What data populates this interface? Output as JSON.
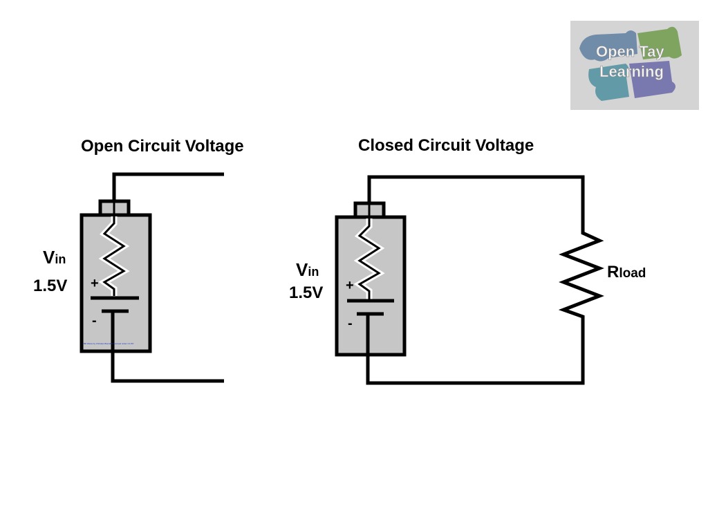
{
  "logo": {
    "line1": "Open Tay",
    "line2": "Learning",
    "colors": [
      "#5e7fa1",
      "#6f9b4b",
      "#4f8fa0",
      "#6a68a8"
    ]
  },
  "open_circuit": {
    "title": "Open Circuit Voltage",
    "vin_symbol": "V",
    "vin_subscript": "in",
    "voltage": "1.5V",
    "plus": "+",
    "minus": "-",
    "credit": "Bill Weiss by Christian Brandt is licensed under CC BY"
  },
  "closed_circuit": {
    "title": "Closed Circuit Voltage",
    "vin_symbol": "V",
    "vin_subscript": "in",
    "voltage": "1.5V",
    "plus": "+",
    "minus": "-",
    "load_symbol": "R",
    "load_subscript": "load"
  }
}
